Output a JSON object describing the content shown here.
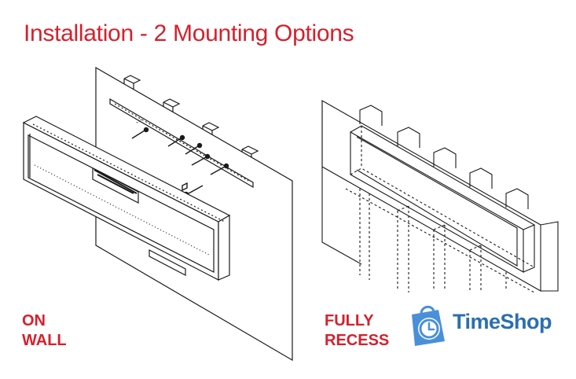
{
  "title": "Installation - 2 Mounting Options",
  "options": {
    "on_wall": {
      "line1": "ON",
      "line2": "WALL"
    },
    "fully_recessed": {
      "line1": "FULLY",
      "line2": "RECESS"
    }
  },
  "watermark": {
    "text": "TimeShop",
    "icon": "shopping-bag-clock-icon"
  },
  "colors": {
    "title": "#d6202d",
    "labels": "#d6202d",
    "line_art": "#1a1a1a",
    "logo_text": "#2a6fb0",
    "logo_icon": "#4a90d9"
  }
}
